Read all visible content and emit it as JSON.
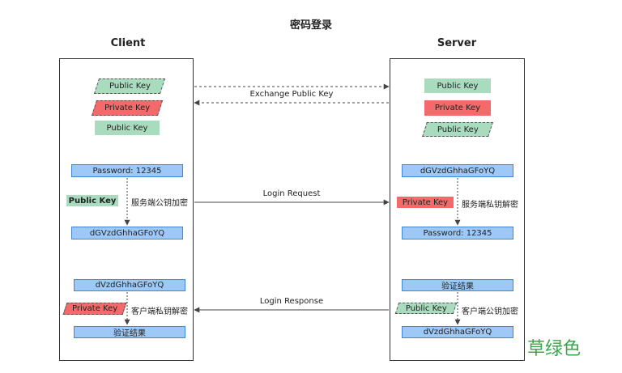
{
  "title": "密码登录",
  "client": {
    "label": "Client",
    "key_exchange": {
      "public_key_top": "Public Key",
      "private_key": "Private Key",
      "public_key_bottom": "Public Key"
    },
    "login_request": {
      "password": "Password: 12345",
      "key": "Public Key",
      "note": "服务端公钥加密",
      "encrypted": "dGVzdGhhaGFoYQ"
    },
    "login_response": {
      "encrypted": "dVzdGhhaGFoYQ",
      "key": "Private Key",
      "note": "客户端私钥解密",
      "result": "验证结果"
    }
  },
  "server": {
    "label": "Server",
    "key_exchange": {
      "public_key_top": "Public Key",
      "private_key": "Private Key",
      "public_key_bottom": "Public Key"
    },
    "login_request": {
      "encrypted": "dGVzdGhhaGFoYQ",
      "key": "Private Key",
      "note": "服务端私钥解密",
      "password": "Password: 12345"
    },
    "login_response": {
      "result": "验证结果",
      "key": "Public Key",
      "note": "客户端公钥加密",
      "encrypted": "dVzdGhhaGFoYQ"
    }
  },
  "messages": {
    "exchange": "Exchange Public Key",
    "request": "Login Request",
    "response": "Login Response"
  },
  "watermark": "草绿色",
  "colors": {
    "blue_fill": "#9ec9f7",
    "blue_border": "#3f86d8",
    "green": "#a9dcbf",
    "red": "#f46a6a",
    "watermark": "#3aa64a"
  }
}
